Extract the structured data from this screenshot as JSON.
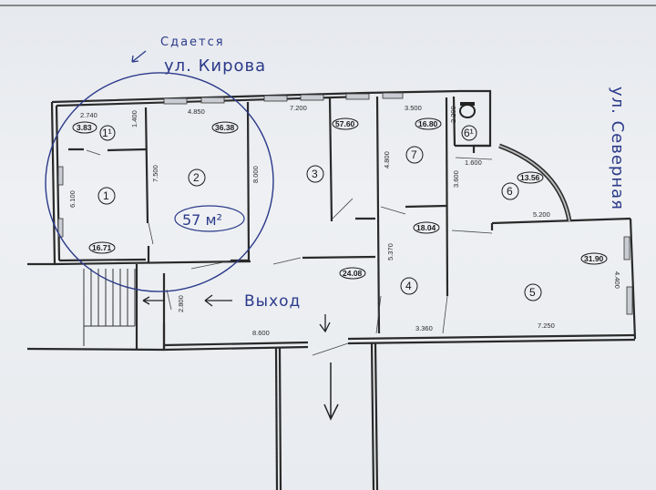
{
  "annotations": {
    "rent_label": "Сдается",
    "street_top": "ул. Кирова",
    "street_right": "ул. Северная",
    "exit_label": "Выход",
    "area_circle": "57 м²"
  },
  "rooms": [
    {
      "id": "1¹",
      "area": "3.83"
    },
    {
      "id": "1",
      "area": "16.71"
    },
    {
      "id": "2",
      "area": "36.38"
    },
    {
      "id": "3",
      "area": "57.60"
    },
    {
      "id": "7",
      "area": "16.80"
    },
    {
      "id": "6¹",
      "area": ""
    },
    {
      "id": "6",
      "area": "13.56"
    },
    {
      "id": "4",
      "area": "18.04"
    },
    {
      "id": "5",
      "area": "31.90"
    },
    {
      "id": "",
      "area": "24.08"
    }
  ],
  "dimensions": {
    "d_2740": "2.740",
    "d_1400": "1.400",
    "d_4850": "4.850",
    "d_7200": "7.200",
    "d_3500": "3.500",
    "d_2200": "2.200",
    "d_1600": "1.600",
    "d_3600": "3.600",
    "d_5200": "5.200",
    "d_6100": "6.100",
    "d_7500": "7.500",
    "d_8000": "8.000",
    "d_4800": "4.800",
    "d_5370": "5.370",
    "d_4400": "4.400",
    "d_2800": "2.800",
    "d_8600": "8.600",
    "d_3360": "3.360",
    "d_7250": "7.250"
  },
  "colors": {
    "ink": "#2b3a8a",
    "wall": "#2a2a2a",
    "paper": "#eceef2"
  }
}
